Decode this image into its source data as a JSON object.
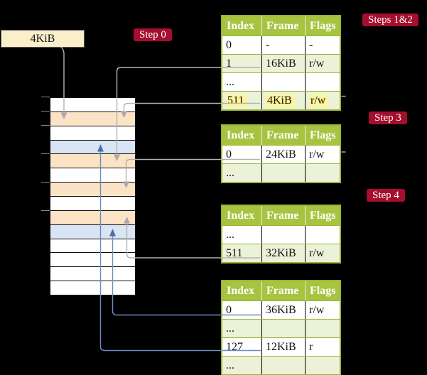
{
  "mem_box": {
    "label": "4KiB"
  },
  "badges": {
    "step0": "Step 0",
    "steps12": "Steps 1&2",
    "step3": "Step 3",
    "step4": "Step 4"
  },
  "tables": [
    {
      "name": "page-table-steps-1-2",
      "headers": [
        "Index",
        "Frame",
        "Flags"
      ],
      "rows": [
        [
          "0",
          "-",
          "-"
        ],
        [
          "1",
          "16KiB",
          "r/w"
        ],
        [
          "...",
          "",
          ""
        ],
        [
          "511",
          "4KiB",
          "r/w"
        ]
      ],
      "highlight_row": 3
    },
    {
      "name": "page-table-step-3",
      "headers": [
        "Index",
        "Frame",
        "Flags"
      ],
      "rows": [
        [
          "0",
          "24KiB",
          "r/w"
        ],
        [
          "...",
          "",
          ""
        ]
      ],
      "highlight_row": null
    },
    {
      "name": "page-table-step-4",
      "headers": [
        "Index",
        "Frame",
        "Flags"
      ],
      "rows": [
        [
          "...",
          "",
          ""
        ],
        [
          "511",
          "32KiB",
          "r/w"
        ]
      ],
      "highlight_row": null
    },
    {
      "name": "page-table-final",
      "headers": [
        "Index",
        "Frame",
        "Flags"
      ],
      "rows": [
        [
          "0",
          "36KiB",
          "r/w"
        ],
        [
          "...",
          "",
          ""
        ],
        [
          "127",
          "12KiB",
          "r"
        ],
        [
          "...",
          "",
          ""
        ]
      ],
      "highlight_row": null
    }
  ],
  "memory_rows": [
    "white",
    "wheat",
    "white",
    "blue",
    "wheat",
    "white",
    "wheat",
    "white",
    "wheat",
    "blue",
    "white",
    "white",
    "white",
    "white"
  ],
  "colors": {
    "background": "#000000",
    "badge_red": "#a50e2e",
    "table_header_green": "#a6c440",
    "table_border_olive": "#9ab436",
    "table_row_green": "#ebf2d8",
    "highlight_yellow": "#fdf49c",
    "mem_box_cream": "#fbeecb",
    "mem_row_wheat": "#fce3c5",
    "mem_row_blue": "#d9e4f5",
    "wire_gray": "#b2b2b2",
    "wire_blue": "#6e8cbf"
  }
}
